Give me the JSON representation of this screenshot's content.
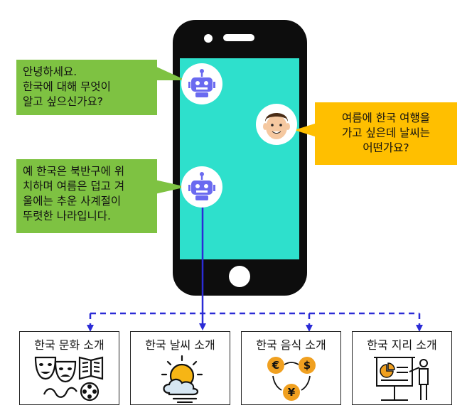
{
  "chat": {
    "bot_greeting": [
      "안녕하세요.",
      "한국에 대해 무엇이",
      "알고 싶으신가요?"
    ],
    "user_question": [
      "여름에 한국 여행을",
      "가고 싶은데 날씨는",
      "어떤가요?"
    ],
    "bot_answer": [
      "예 한국은 북반구에 위",
      "치하며 여름은 덥고 겨",
      "울에는 추운 사계절이",
      "뚜렷한 나라입니다."
    ]
  },
  "categories": [
    {
      "label": "한국 문화 소개",
      "icon": "culture-icon"
    },
    {
      "label": "한국 날씨 소개",
      "icon": "weather-icon"
    },
    {
      "label": "한국 음식 소개",
      "icon": "currency-icon"
    },
    {
      "label": "한국 지리 소개",
      "icon": "presentation-icon"
    }
  ],
  "colors": {
    "phone_body": "#0d0d0d",
    "screen": "#2ee0cc",
    "bot_bubble": "#7ec242",
    "user_bubble": "#ffbf00",
    "connector": "#2b2bd6",
    "robot": "#6a6af0",
    "coin": "#f0a020"
  },
  "currency_symbols": [
    "€",
    "$",
    "¥"
  ]
}
